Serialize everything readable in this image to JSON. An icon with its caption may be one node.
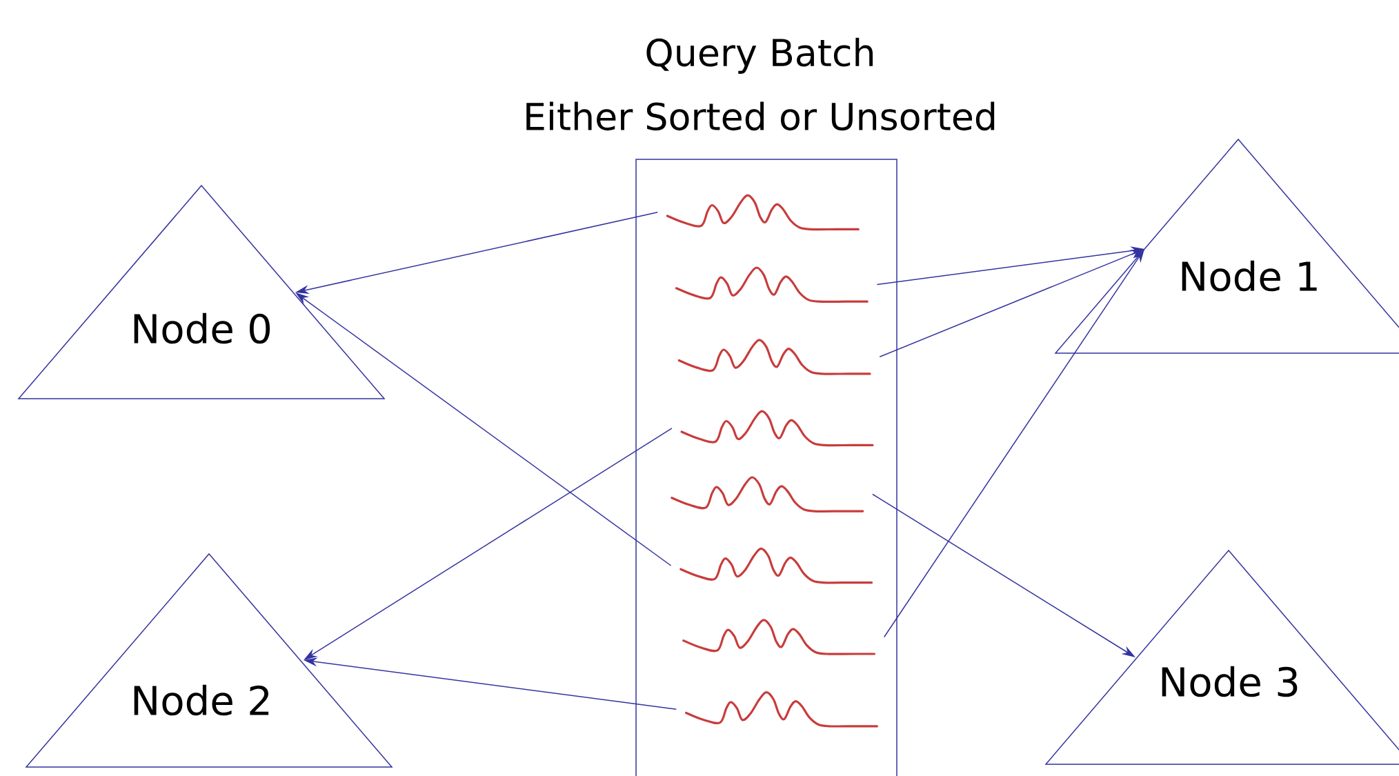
{
  "diagram": {
    "nodes": [
      {
        "text": [
          "Query Batch",
          "Either Sorted or Unsorted"
        ]
      },
      {
        "text": [
          "Node 0"
        ]
      },
      {
        "text": [
          "Node 1"
        ]
      },
      {
        "text": [
          "Node 2"
        ]
      },
      {
        "text": [
          "Node 3"
        ]
      },
      {
        "text": [],
        "shape": "wave",
        "in": 0
      },
      {
        "text": [],
        "shape": "wave",
        "in": 0
      },
      {
        "text": [],
        "shape": "wave",
        "in": 0
      },
      {
        "text": [],
        "shape": "wave",
        "in": 0
      },
      {
        "text": [],
        "shape": "wave",
        "in": 0
      },
      {
        "text": [],
        "shape": "wave",
        "in": 0
      },
      {
        "text": [],
        "shape": "wave",
        "in": 0
      },
      {
        "text": [],
        "shape": "wave",
        "in": 0
      }
    ],
    "edges": [
      {
        "from": 5,
        "to": 1,
        "arrow": "to"
      },
      {
        "from": 6,
        "to": 2,
        "arrow": "to"
      },
      {
        "from": 7,
        "to": 2,
        "arrow": "to"
      },
      {
        "from": 8,
        "to": 3,
        "arrow": "to"
      },
      {
        "from": 9,
        "to": 4,
        "arrow": "to"
      },
      {
        "from": 10,
        "to": 1,
        "arrow": "to"
      },
      {
        "from": 11,
        "to": 2,
        "arrow": "to"
      },
      {
        "from": 12,
        "to": 3,
        "arrow": "to"
      }
    ]
  }
}
